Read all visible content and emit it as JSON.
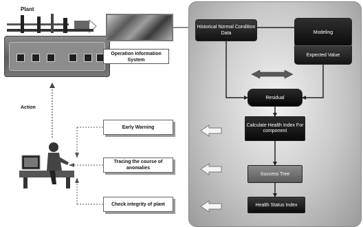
{
  "left": {
    "plant_label": "Plant",
    "operation_info_system": "Operation Information System",
    "action_label": "Action",
    "early_warning": "Early Warning",
    "tracing_course": "Tracing the course of anomalies",
    "check_integrity": "Check integrity of plant"
  },
  "right": {
    "historical_data": "Historical Normal Condition Data",
    "modeling": "Modeling",
    "expected_value": "Expected Value",
    "residual": "Residual",
    "calculate_health": "Calculate Health Index For component",
    "success_tree": "Success Tree",
    "health_status_index": "Health Status Index"
  }
}
